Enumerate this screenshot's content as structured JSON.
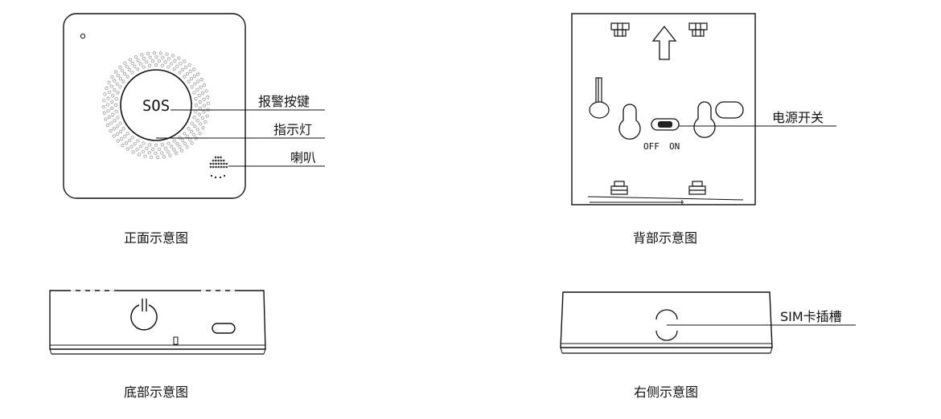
{
  "front": {
    "button_text": "SOS",
    "callouts": {
      "alarm_button": "报警按键",
      "indicator": "指示灯",
      "speaker": "喇叭"
    },
    "caption": "正面示意图"
  },
  "back": {
    "switch_off": "OFF",
    "switch_on": "ON",
    "callout_power": "电源开关",
    "caption": "背部示意图"
  },
  "bottom": {
    "caption": "底部示意图"
  },
  "side": {
    "callout_sim": "SIM卡插槽",
    "caption": "右侧示意图"
  },
  "colors": {
    "stroke": "#111111",
    "dots": "#9a9a9a"
  }
}
